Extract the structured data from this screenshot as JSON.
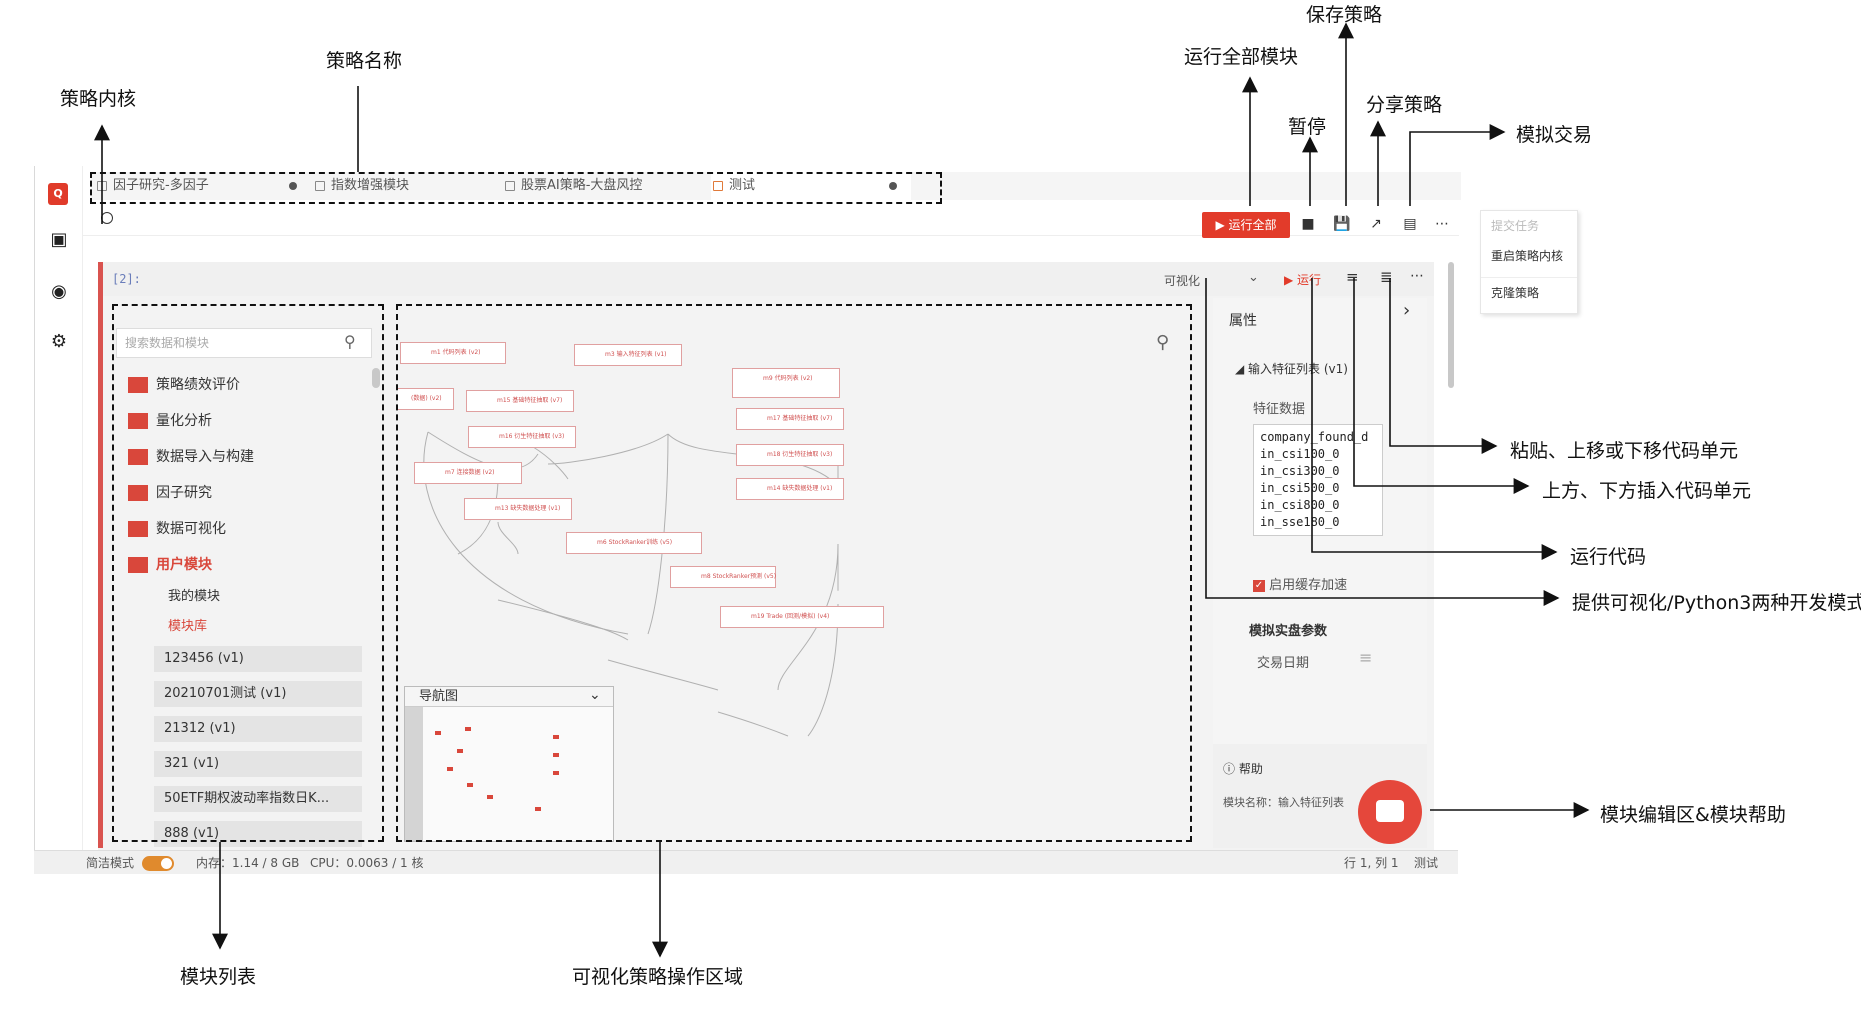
{
  "annotations": {
    "kernel": "策略内核",
    "strategy_name": "策略名称",
    "run_all_modules": "运行全部模块",
    "save_strategy": "保存策略",
    "pause": "暂停",
    "share_strategy": "分享策略",
    "simulate_trade": "模拟交易",
    "paste_move": "粘贴、上移或下移代码单元",
    "insert_cell": "上方、下方插入代码单元",
    "run_code": "运行代码",
    "dev_modes": "提供可视化/Python3两种开发模式",
    "module_edit_help": "模块编辑区&模块帮助",
    "module_list": "模块列表",
    "visual_area": "可视化策略操作区域"
  },
  "tabs": [
    {
      "label": "因子研究-多因子"
    },
    {
      "label": "指数增强模块"
    },
    {
      "label": "股票AI策略-大盘风控"
    },
    {
      "label": "测试"
    }
  ],
  "toolbar": {
    "run_all": "运行全部"
  },
  "more_menu": [
    "提交任务",
    "重启策略内核",
    "克隆策略"
  ],
  "cell": {
    "prompt": "[2]:",
    "mode": "可视化",
    "run": "运行"
  },
  "module_panel": {
    "search_placeholder": "搜索数据和模块",
    "categories": [
      "策略绩效评价",
      "量化分析",
      "数据导入与构建",
      "因子研究",
      "数据可视化",
      "用户模块"
    ],
    "my_modules": "我的模块",
    "library": "模块库",
    "library_items": [
      "123456 (v1)",
      "20210701测试 (v1)",
      "21312 (v1)",
      "321 (v1)",
      "50ETF期权波动率指数日K...",
      "888 (v1)"
    ]
  },
  "canvas": {
    "nav_title": "导航图",
    "nodes": [
      "m1 代码列表 (v2)",
      "m3 输入特征列表 (v1)",
      "m9 代码列表 (v2)",
      "(数据) (v2)",
      "m15 基础特征抽取 (v7)",
      "m17 基础特征抽取 (v7)",
      "m16 衍生特征抽取 (v3)",
      "m18 衍生特征抽取 (v3)",
      "m7 连接数据 (v2)",
      "m14 缺失数据处理 (v1)",
      "m13 缺失数据处理 (v1)",
      "m6 StockRanker训练 (v5)",
      "m8 StockRanker预测 (v5)",
      "m19 Trade (回测/模拟) (v4)"
    ]
  },
  "properties": {
    "title": "属性",
    "section": "输入特征列表 (v1)",
    "feature_label": "特征数据",
    "features": [
      "company_found_d",
      "in_csi100_0",
      "in_csi300_0",
      "in_csi500_0",
      "in_csi800_0",
      "in_sse180_0"
    ],
    "cache_label": "启用缓存加速",
    "sim_params": "模拟实盘参数",
    "trade_date": "交易日期",
    "help_title": "帮助",
    "help_module": "模块名称：输入特征列表"
  },
  "statusbar": {
    "simple_mode": "简洁模式",
    "memory": "内存：1.14 / 8 GB",
    "cpu": "CPU：0.0063 / 1 核",
    "position": "行 1, 列 1",
    "env": "测试"
  }
}
